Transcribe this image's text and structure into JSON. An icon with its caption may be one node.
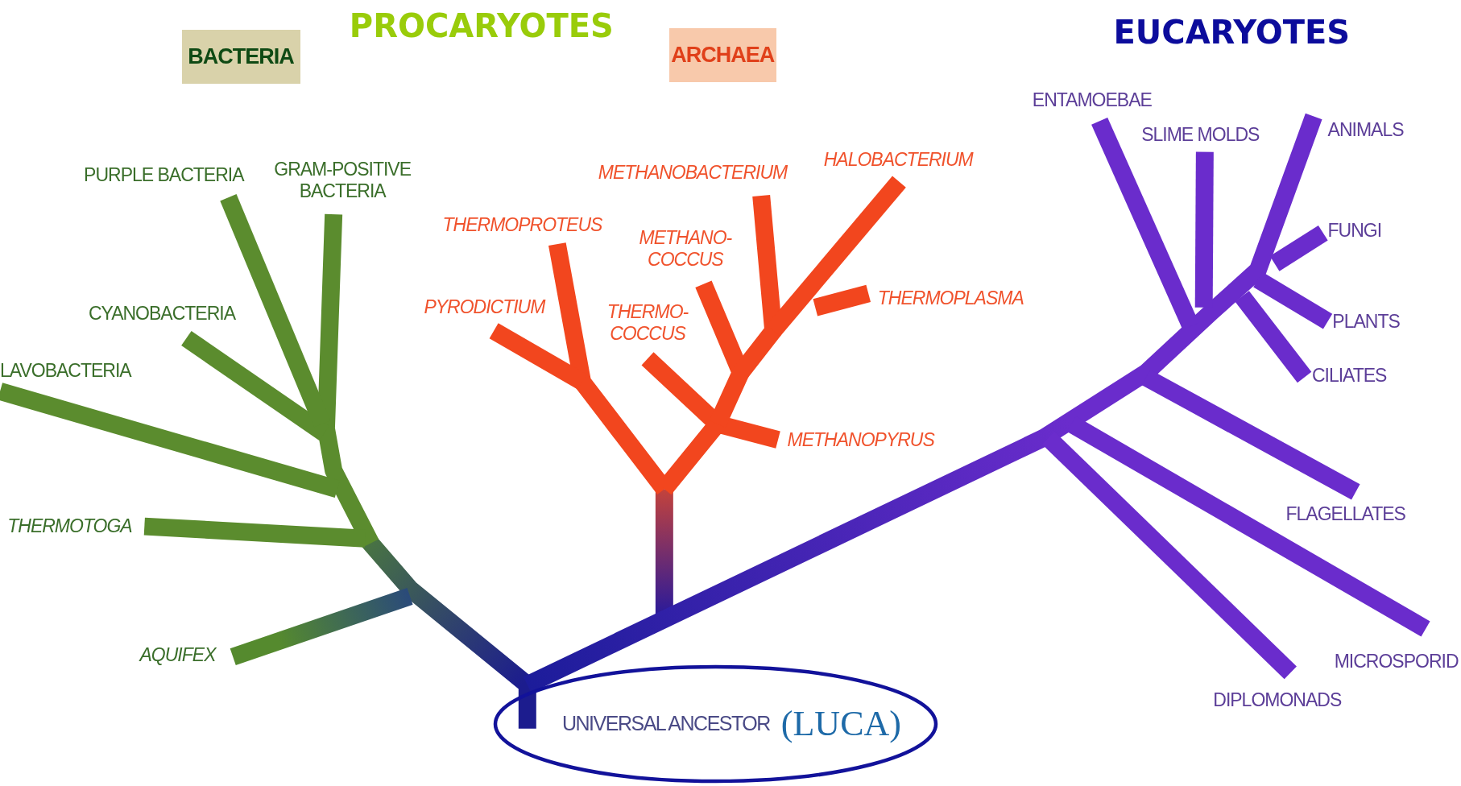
{
  "diagram": {
    "nodes": [
      {
        "text": [
          "BACTERIA"
        ]
      },
      {
        "text": [
          "ARCHAEA"
        ]
      },
      {
        "text": [
          "UNIVERSAL ANCESTOR",
          "(LUCA)"
        ]
      }
    ],
    "labels": [
      "PROCARYOTES",
      "EUCARYOTES",
      "PURPLE BACTERIA",
      "GRAM-POSITIVE BACTERIA",
      "CYANOBACTERIA",
      "LAVOBACTERIA",
      "THERMOTOGA",
      "AQUIFEX",
      "METHANOBACTERIUM",
      "HALOBACTERIUM",
      "THERMOPROTEUS",
      "METHANO- COCCUS",
      "PYRODICTIUM",
      "THERMO- COCCUS",
      "THERMOPLASMA",
      "METHANOPYRUS",
      "ENTAMOEBAE",
      "SLIME MOLDS",
      "ANIMALS",
      "FUNGI",
      "PLANTS",
      "CILIATES",
      "FLAGELLATES",
      "MICROSPORID",
      "DIPLOMONADS"
    ]
  }
}
